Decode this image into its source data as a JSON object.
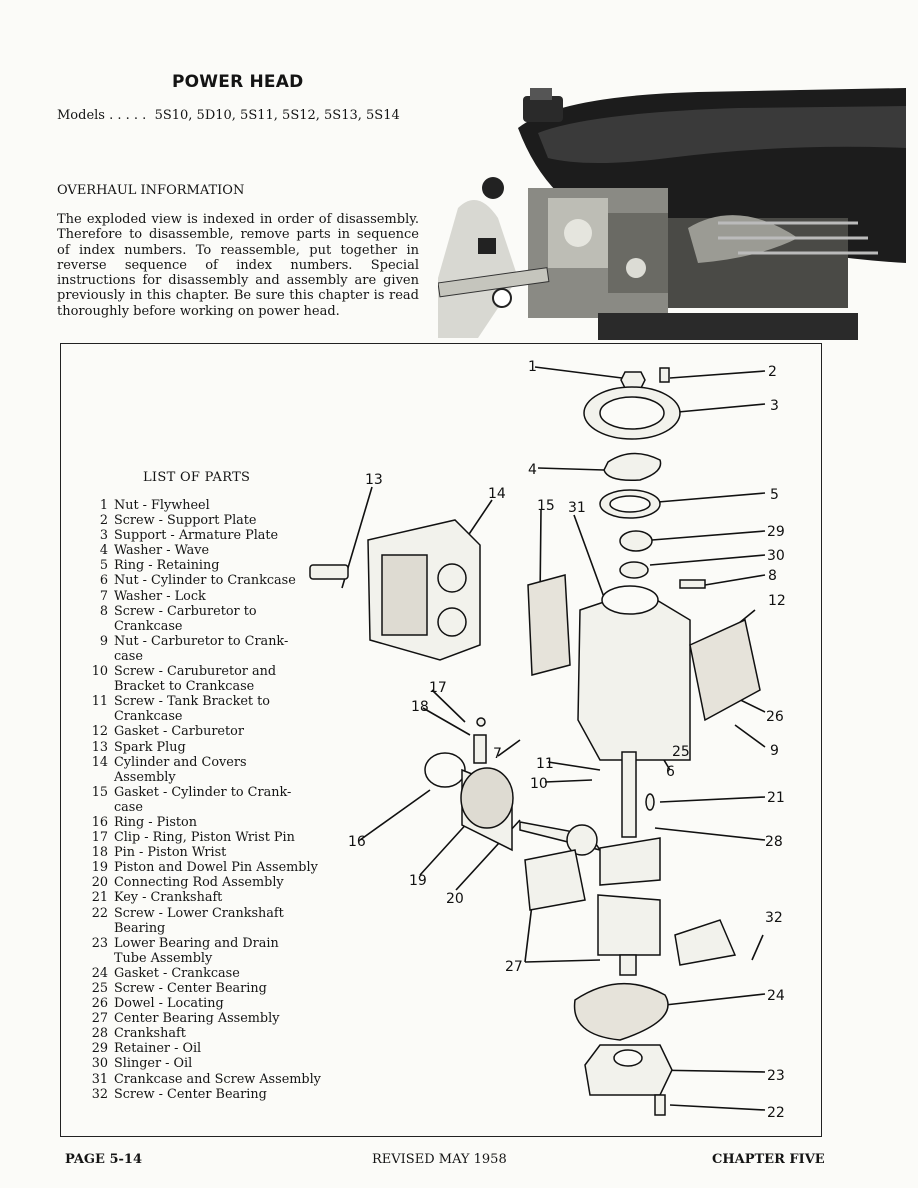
{
  "header": {
    "title": "POWER HEAD",
    "models_label": "Models . . . . .",
    "models_value": "5S10, 5D10, 5S11, 5S12, 5S13, 5S14"
  },
  "overhaul": {
    "heading": "OVERHAUL INFORMATION",
    "paragraph": "The exploded view is indexed in order of disassembly. Therefore to disassemble, remove parts in sequence of index numbers. To reassemble, put together in reverse sequence of index numbers. Special instructions for disassembly and assembly are given previously in this chapter. Be sure this chapter is read thoroughly before working on power head."
  },
  "parts": {
    "heading": "LIST OF PARTS",
    "items": [
      {
        "num": "1",
        "name": "Nut - Flywheel"
      },
      {
        "num": "2",
        "name": "Screw - Support Plate"
      },
      {
        "num": "3",
        "name": "Support - Armature Plate"
      },
      {
        "num": "4",
        "name": "Washer - Wave"
      },
      {
        "num": "5",
        "name": "Ring - Retaining"
      },
      {
        "num": "6",
        "name": "Nut - Cylinder to Crankcase"
      },
      {
        "num": "7",
        "name": "Washer - Lock"
      },
      {
        "num": "8",
        "name": "Screw - Carburetor to\n  Crankcase"
      },
      {
        "num": "9",
        "name": "Nut - Carburetor to Crank-\n  case"
      },
      {
        "num": "10",
        "name": "Screw - Caruburetor and\n  Bracket to Crankcase"
      },
      {
        "num": "11",
        "name": "Screw - Tank Bracket to\n  Crankcase"
      },
      {
        "num": "12",
        "name": "Gasket - Carburetor"
      },
      {
        "num": "13",
        "name": "Spark Plug"
      },
      {
        "num": "14",
        "name": "Cylinder and Covers\n  Assembly"
      },
      {
        "num": "15",
        "name": "Gasket - Cylinder to Crank-\n  case"
      },
      {
        "num": "16",
        "name": "Ring - Piston"
      },
      {
        "num": "17",
        "name": "Clip - Ring, Piston Wrist Pin"
      },
      {
        "num": "18",
        "name": "Pin - Piston Wrist"
      },
      {
        "num": "19",
        "name": "Piston and Dowel Pin Assembly"
      },
      {
        "num": "20",
        "name": "Connecting Rod Assembly"
      },
      {
        "num": "21",
        "name": "Key - Crankshaft"
      },
      {
        "num": "22",
        "name": "Screw - Lower Crankshaft\n  Bearing"
      },
      {
        "num": "23",
        "name": "Lower Bearing and Drain\n  Tube Assembly"
      },
      {
        "num": "24",
        "name": "Gasket - Crankcase"
      },
      {
        "num": "25",
        "name": "Screw - Center Bearing"
      },
      {
        "num": "26",
        "name": "Dowel - Locating"
      },
      {
        "num": "27",
        "name": "Center Bearing Assembly"
      },
      {
        "num": "28",
        "name": "Crankshaft"
      },
      {
        "num": "29",
        "name": "Retainer - Oil"
      },
      {
        "num": "30",
        "name": "Slinger - Oil"
      },
      {
        "num": "31",
        "name": "Crankcase and Screw Assembly"
      },
      {
        "num": "32",
        "name": "Screw - Center Bearing"
      }
    ]
  },
  "callouts": [
    "1",
    "2",
    "3",
    "4",
    "5",
    "29",
    "30",
    "8",
    "12",
    "26",
    "9",
    "25",
    "6",
    "11",
    "10",
    "21",
    "28",
    "32",
    "24",
    "23",
    "22",
    "13",
    "14",
    "15",
    "31",
    "17",
    "18",
    "7",
    "16",
    "19",
    "20",
    "27"
  ],
  "footer": {
    "left": "PAGE 5-14",
    "center": "REVISED MAY 1958",
    "right": "CHAPTER FIVE"
  }
}
